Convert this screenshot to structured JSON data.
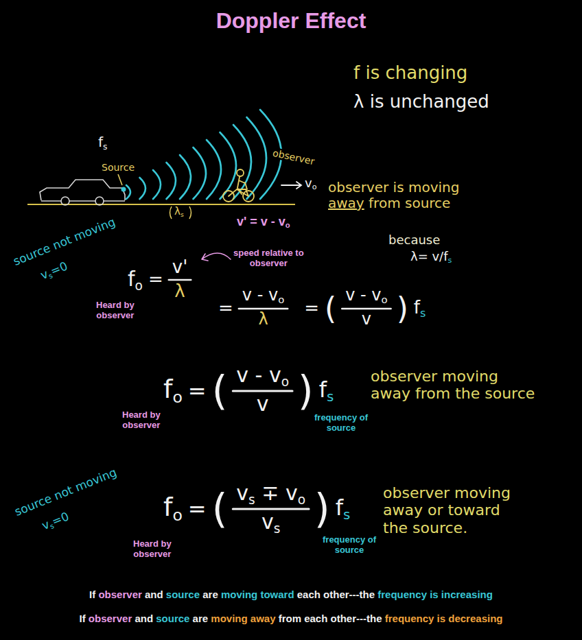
{
  "diagram": {
    "title": "Doppler Effect",
    "labels": [
      "f is changing",
      "λ is unchanged",
      "fs",
      "Source",
      "observer",
      "vo",
      "observer is moving away from source",
      "λs",
      "v' = v - vo",
      "speed relative to observer",
      "source not moving",
      "vs=0",
      "because",
      "λ= v/fs",
      "fo",
      "=",
      "v'",
      "λ",
      "Heard by observer",
      "=",
      "v - vo",
      "λ",
      "=",
      "(",
      "v - vo",
      "v",
      ")",
      "fs",
      "fo",
      "=",
      "(",
      "v - vo",
      "v",
      ")",
      "fs",
      "Heard by observer",
      "frequency of source",
      "observer moving away from the source",
      "fo",
      "=",
      "(",
      "vs ∓ vo",
      "vs",
      ")",
      "fs",
      "Heard by observer",
      "frequency of source",
      "observer moving away or toward the source.",
      "source not moving",
      "vs=0",
      "If observer and source are moving toward each other---the frequency is increasing",
      "If observer and source are moving away from each other---the frequency is decreasing"
    ]
  }
}
